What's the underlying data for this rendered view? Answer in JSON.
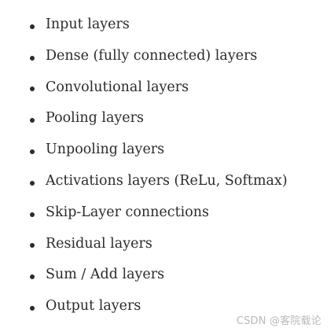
{
  "list": {
    "items": [
      {
        "label": "Input layers"
      },
      {
        "label": "Dense (fully connected) layers"
      },
      {
        "label": "Convolutional layers"
      },
      {
        "label": "Pooling layers"
      },
      {
        "label": "Unpooling layers"
      },
      {
        "label": "Activations layers (ReLu, Softmax)"
      },
      {
        "label": "Skip-Layer connections"
      },
      {
        "label": "Residual layers"
      },
      {
        "label": "Sum / Add layers"
      },
      {
        "label": "Output layers"
      }
    ]
  },
  "watermark": {
    "text": "CSDN @客院载论"
  }
}
